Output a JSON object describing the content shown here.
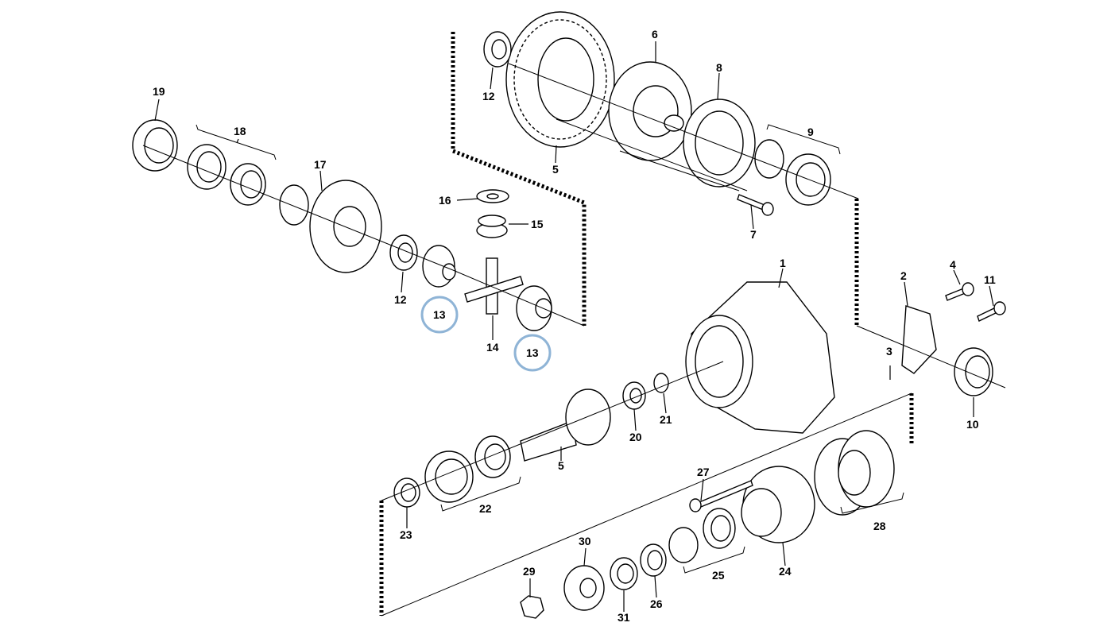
{
  "diagram": {
    "callouts": [
      {
        "id": "1",
        "text": "1"
      },
      {
        "id": "2",
        "text": "2"
      },
      {
        "id": "3",
        "text": "3"
      },
      {
        "id": "4",
        "text": "4"
      },
      {
        "id": "5a",
        "text": "5"
      },
      {
        "id": "5b",
        "text": "5"
      },
      {
        "id": "6",
        "text": "6"
      },
      {
        "id": "7",
        "text": "7"
      },
      {
        "id": "8",
        "text": "8"
      },
      {
        "id": "9",
        "text": "9"
      },
      {
        "id": "10",
        "text": "10"
      },
      {
        "id": "11",
        "text": "11"
      },
      {
        "id": "12a",
        "text": "12"
      },
      {
        "id": "12b",
        "text": "12"
      },
      {
        "id": "13a",
        "text": "13"
      },
      {
        "id": "13b",
        "text": "13"
      },
      {
        "id": "14",
        "text": "14"
      },
      {
        "id": "15",
        "text": "15"
      },
      {
        "id": "16",
        "text": "16"
      },
      {
        "id": "17",
        "text": "17"
      },
      {
        "id": "18",
        "text": "18"
      },
      {
        "id": "19",
        "text": "19"
      },
      {
        "id": "20",
        "text": "20"
      },
      {
        "id": "21",
        "text": "21"
      },
      {
        "id": "22",
        "text": "22"
      },
      {
        "id": "23",
        "text": "23"
      },
      {
        "id": "24",
        "text": "24"
      },
      {
        "id": "25",
        "text": "25"
      },
      {
        "id": "26",
        "text": "26"
      },
      {
        "id": "27",
        "text": "27"
      },
      {
        "id": "28",
        "text": "28"
      },
      {
        "id": "29",
        "text": "29"
      },
      {
        "id": "30",
        "text": "30"
      },
      {
        "id": "31",
        "text": "31"
      }
    ],
    "highlighted_callouts": [
      "13a",
      "13b"
    ],
    "colors": {
      "line": "#000000",
      "highlight": "#8fb4d6",
      "background": "#ffffff"
    }
  }
}
